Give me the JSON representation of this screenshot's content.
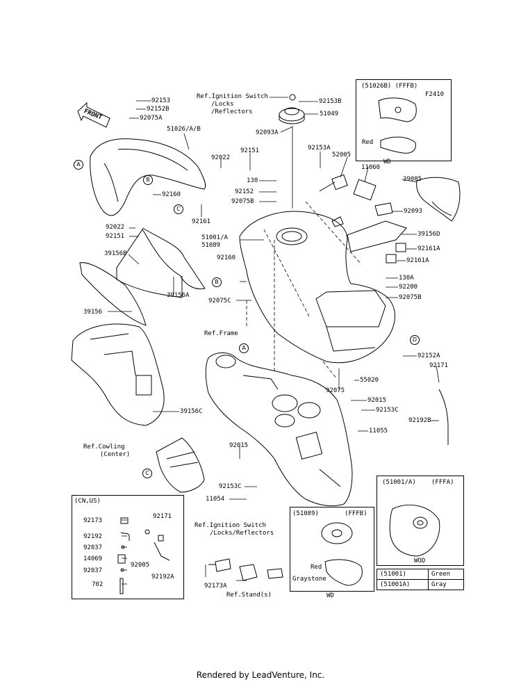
{
  "labels": {
    "l92153": "92153",
    "l92152B": "92152B",
    "l92075A": "92075A",
    "front": "FRONT",
    "l51026AB": "51026/A/B",
    "refIgn1a": "Ref.Ignition Switch",
    "refIgn1b": "/Locks",
    "refIgn1c": "/Reflectors",
    "l92153B": "92153B",
    "l51049": "51049",
    "l92093A": "92093A",
    "l92022a": "92022",
    "l92151a": "92151",
    "l130": "130",
    "l92152": "92152",
    "l92075B": "92075B",
    "l92160a": "92160",
    "l92161": "92161",
    "l92022b": "92022",
    "l92151b": "92151",
    "l39156B": "39156B",
    "l39156A": "39156A",
    "l39156": "39156",
    "l51001A": "51001/A",
    "l51089": "51089",
    "l92160b": "92160",
    "l92075C": "92075C",
    "l92153A": "92153A",
    "l52005": "52005",
    "l11060": "11060",
    "l39085": "39085",
    "l92093": "92093",
    "l39156D": "39156D",
    "l92161A1": "92161A",
    "l92161A2": "92161A",
    "l130A": "130A",
    "l92200": "92200",
    "l92075Bb": "92075B",
    "refFrame": "Ref.Frame",
    "l92152A": "92152A",
    "l92171a": "92171",
    "l55020": "55020",
    "l92075": "92075",
    "l92015a": "92015",
    "l92153C": "92153C",
    "l92192B": "92192B",
    "l11055": "11055",
    "l39156C": "39156C",
    "refCowl1": "Ref.Cowling",
    "refCowl2": "(Center)",
    "l92015b": "92015",
    "l92153Cb": "92153C",
    "l11054": "11054",
    "refIgn2a": "Ref.Ignition Switch",
    "refIgn2b": "/Locks/Reflectors",
    "l92173A": "92173A",
    "refStand": "Ref.Stand(s)",
    "f2410": "F2410",
    "wd1": "WD"
  },
  "inset_top": {
    "title": "(51026B) (FFFB)",
    "red": "Red"
  },
  "inset_cnus": {
    "title": "(CN,US)",
    "items": {
      "a": "92173",
      "b": "92192",
      "c": "92037",
      "d": "14069",
      "e": "92037",
      "f": "702",
      "g": "92171",
      "h": "92005",
      "i": "92192A"
    }
  },
  "inset_51089": {
    "title": "(51089)",
    "code": "(FFFB)",
    "red": "Red",
    "graystone": "Graystone",
    "wd": "WD"
  },
  "inset_51001": {
    "title": "(51001/A)",
    "code": "(FFFA)",
    "wod": "WOD",
    "table": [
      {
        "part": "(51001)",
        "color": "Green"
      },
      {
        "part": "(51001A)",
        "color": "Gray"
      }
    ]
  },
  "callouts": {
    "A": "A",
    "B": "B",
    "C": "C",
    "D": "D"
  },
  "footer": "Rendered by LeadVenture, Inc."
}
